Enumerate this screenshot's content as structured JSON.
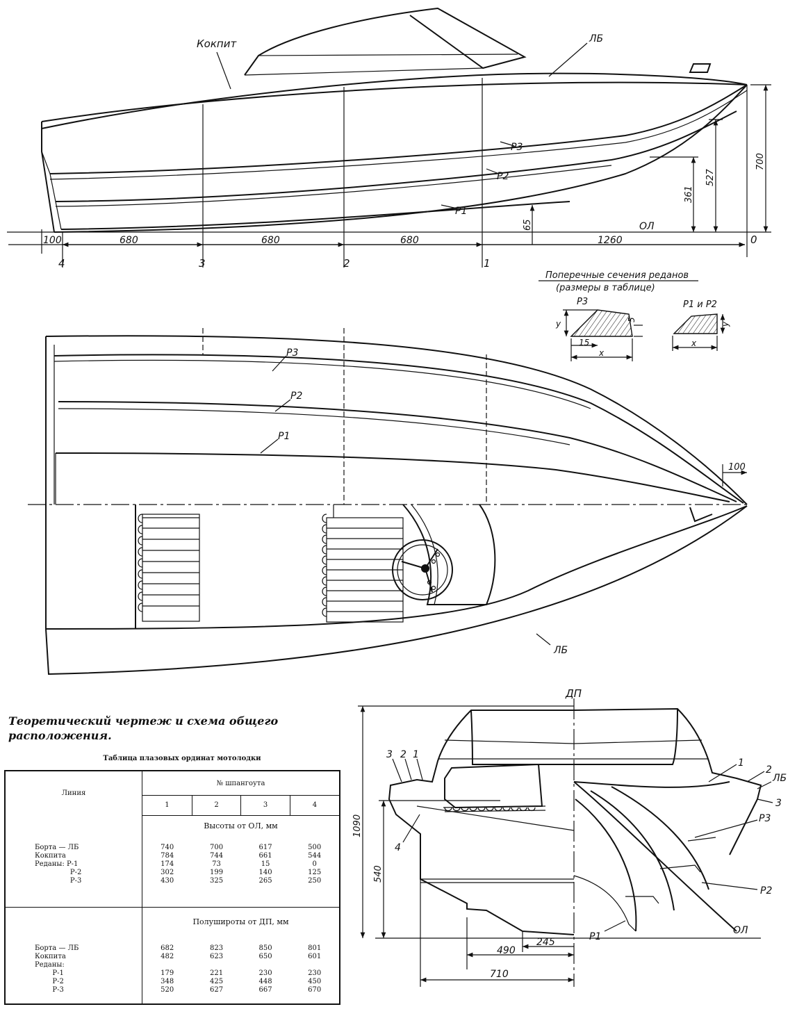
{
  "side_view": {
    "label_cockpit": "Кокпит",
    "label_lb": "ЛБ",
    "label_r3": "Р3",
    "label_r2": "Р2",
    "label_r1": "Р1",
    "label_ol": "ОЛ",
    "dim_100": "100",
    "dim_680_a": "680",
    "dim_680_b": "680",
    "dim_680_c": "680",
    "dim_1260": "1260",
    "dim_65": "65",
    "dim_361": "361",
    "dim_527": "527",
    "dim_700": "700",
    "station_4": "4",
    "station_3": "3",
    "station_2": "2",
    "station_1": "1",
    "station_0": "0"
  },
  "step_sections": {
    "title_line1": "Поперечные сечения реданов",
    "title_line2": "(размеры в таблице)",
    "label_r3": "Р3",
    "label_r1r2": "Р1 и Р2",
    "dim_y": "у",
    "dim_5": "5",
    "dim_15": "15",
    "dim_x": "х"
  },
  "plan_view": {
    "label_r3": "Р3",
    "label_r2": "Р2",
    "label_r1": "Р1",
    "label_lb": "ЛБ",
    "dim_100": "100"
  },
  "body_plan": {
    "label_dp": "ДП",
    "dim_1090": "1090",
    "dim_540": "540",
    "dim_490": "490",
    "dim_245": "245",
    "dim_710": "710",
    "left_3": "3",
    "left_2": "2",
    "left_1": "1",
    "left_4": "4",
    "right_1": "1",
    "right_2": "2",
    "right_lb": "ЛБ",
    "right_3": "3",
    "label_r3": "Р3",
    "label_r2": "Р2",
    "label_r1": "Р1",
    "label_ol": "ОЛ"
  },
  "caption": {
    "line1": "Теоретический чертеж и схема общего",
    "line2": "расположения."
  },
  "table": {
    "title": "Таблица плазовых ординат мотолодки",
    "col_line": "Линия",
    "col_frame": "№ шпангоута",
    "frames": [
      "1",
      "2",
      "3",
      "4"
    ],
    "section_heights": "Высоты от ОЛ, мм",
    "heights_labels": "Борта — ЛБ\nКокпита\nРеданы: Р-1\n                Р-2\n                Р-3",
    "heights_values": [
      "740\n784\n174\n302\n430",
      "700\n744\n73\n199\n325",
      "617\n661\n15\n140\n265",
      "500\n544\n0\n125\n250"
    ],
    "section_halfwidths": "Полуширoты от ДП, мм",
    "half_labels": "Борта — ЛБ\nКокпита\nРеданы:\n        Р-1\n        Р-2\n        Р-3",
    "half_values": [
      "682\n482\n\n179\n348\n520",
      "823\n623\n\n221\n425\n627",
      "850\n650\n\n230\n448\n667",
      "801\n601\n\n230\n450\n670"
    ]
  }
}
